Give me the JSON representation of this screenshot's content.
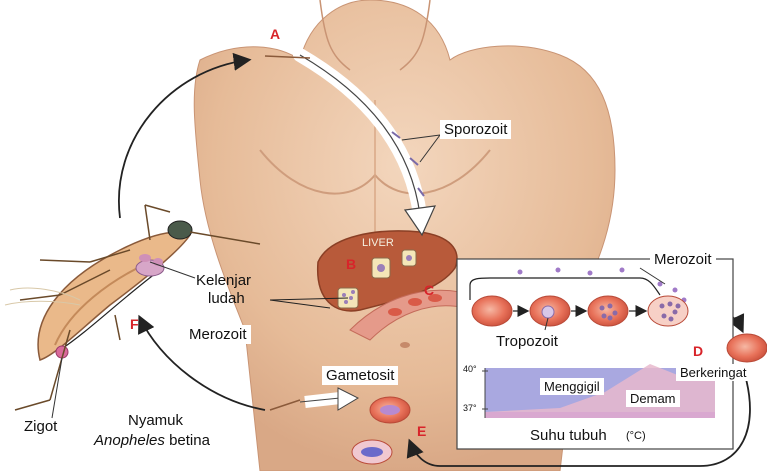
{
  "letters": {
    "a": "A",
    "b": "B",
    "c": "C",
    "d": "D",
    "e": "E",
    "f": "F"
  },
  "labels": {
    "sporozoit": "Sporozoit",
    "liver": "LIVER",
    "merozoit_top": "Merozoit",
    "merozoit_left": "Merozoit",
    "kelenjar_ludah_1": "Kelenjar",
    "kelenjar_ludah_2": "ludah",
    "tropozoit": "Tropozoit",
    "gametosit": "Gametosit",
    "berkeringat": "Berkeringat",
    "zigot": "Zigot",
    "nyamuk": "Nyamuk",
    "anopheles": "Anopheles",
    "betina": " betina"
  },
  "temperature_chart": {
    "tick_high": "40°",
    "tick_low": "37°",
    "menggigil": "Menggigil",
    "demam": "Demam",
    "title": "Suhu tubuh",
    "unit": "(°C)"
  },
  "colors": {
    "skin": "#eac3a2",
    "skin_shadow": "#d9a886",
    "liver": "#b85a3a",
    "rbc": "#e8725a",
    "chart_fill": "#a9a8e0",
    "chart_pink": "#e8b8cc",
    "accent_red": "#d8242a"
  }
}
